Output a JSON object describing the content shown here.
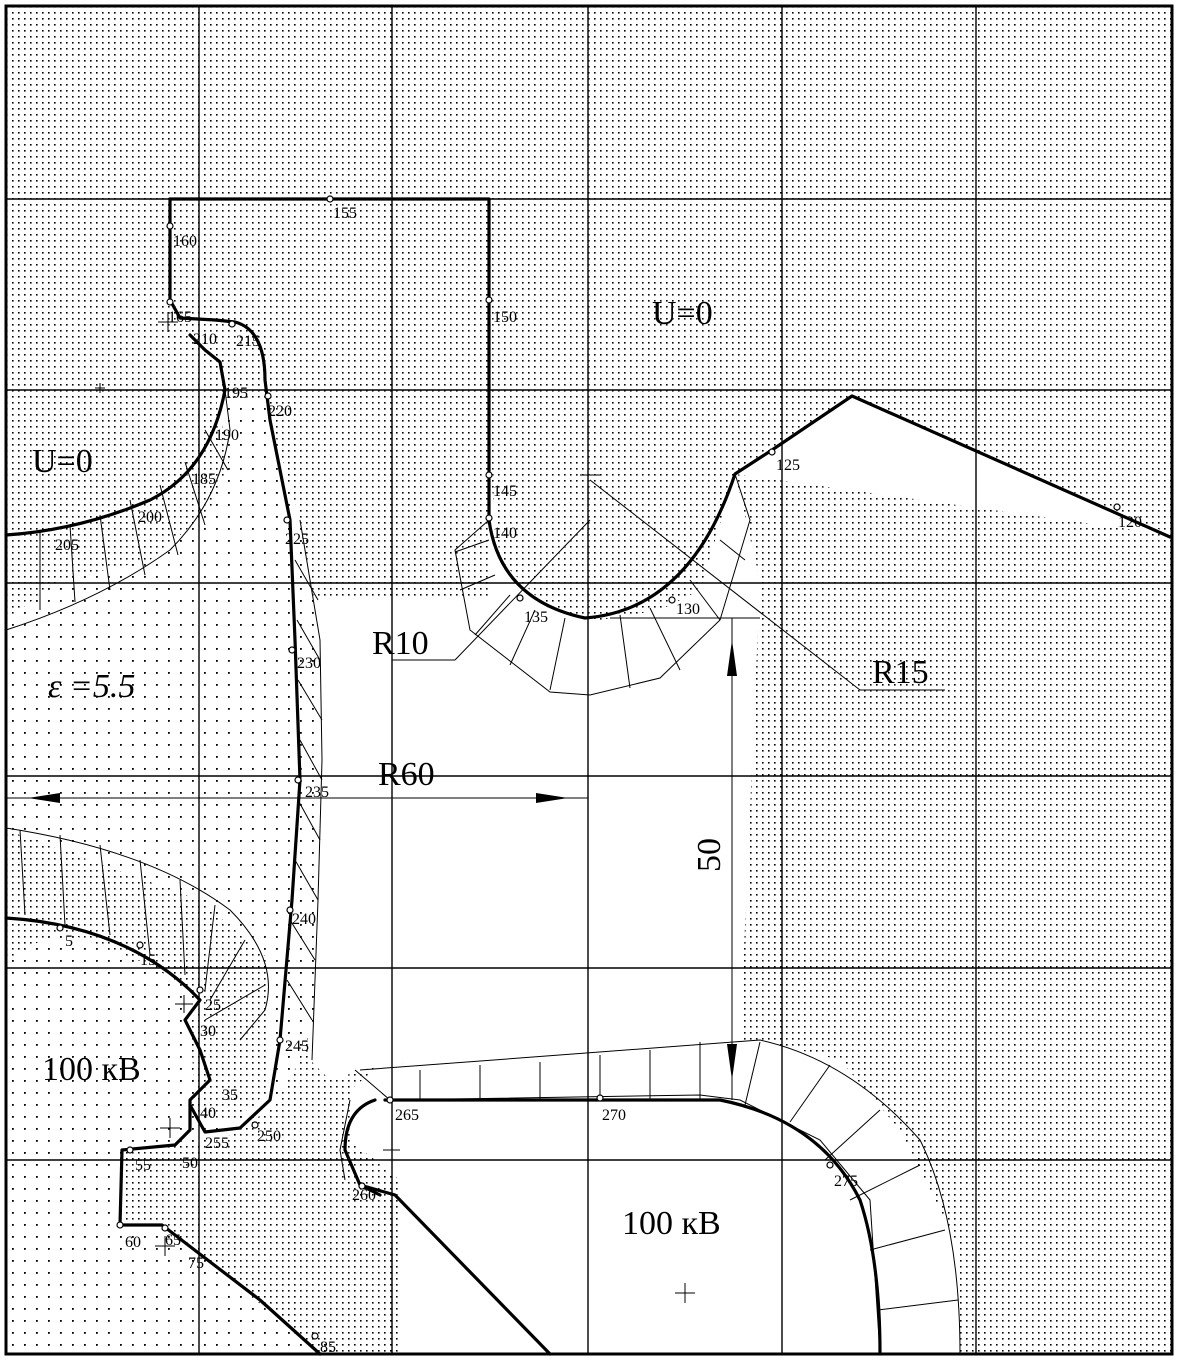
{
  "labels": {
    "u0_right": "U=0",
    "u0_left": "U=0",
    "epsilon": "ε =5.5",
    "hv_left": "100 кВ",
    "hv_right": "100 кВ"
  },
  "dimensions": {
    "r10": "R10",
    "r15": "R15",
    "r60": "R60",
    "d50": "50"
  },
  "nodes": [
    "155",
    "160",
    "165",
    "210",
    "215",
    "220",
    "195",
    "190",
    "185",
    "200",
    "205",
    "225",
    "230",
    "235",
    "240",
    "245",
    "250",
    "255",
    "50",
    "55",
    "60",
    "65",
    "75",
    "85",
    "150",
    "145",
    "140",
    "135",
    "130",
    "125",
    "120",
    "5",
    "15",
    "25",
    "30",
    "35",
    "40",
    "260",
    "265",
    "270",
    "275"
  ]
}
